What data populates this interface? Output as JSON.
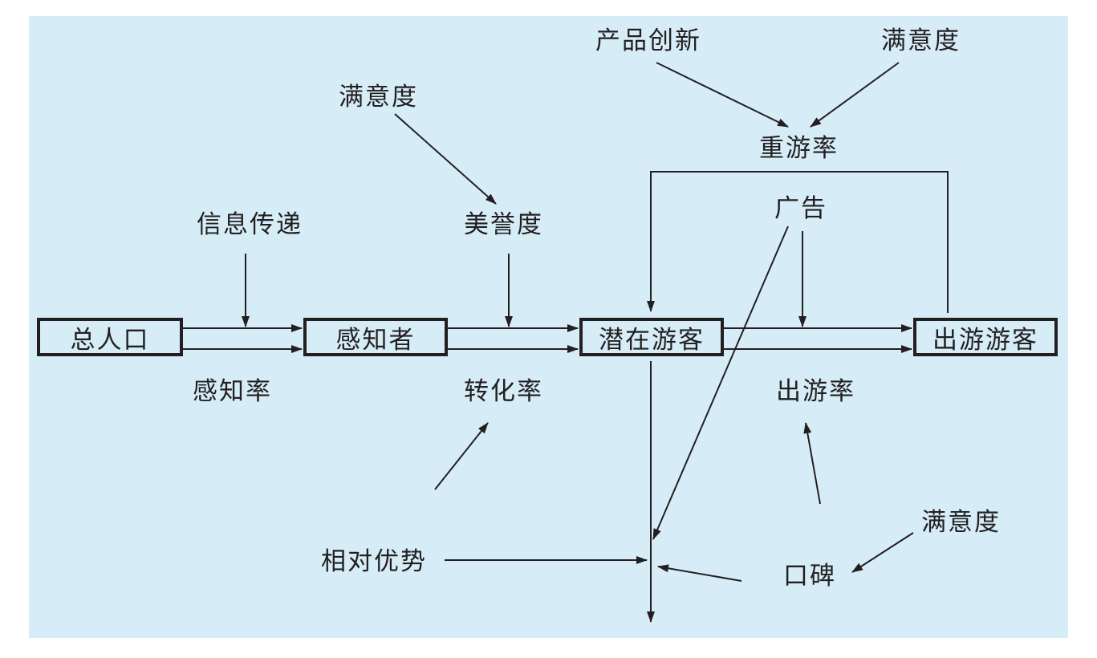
{
  "nodes": {
    "total_population": "总人口",
    "perceivers": "感知者",
    "potential_tourists": "潜在游客",
    "actual_tourists": "出游游客"
  },
  "labels": {
    "info_transfer": "信息传递",
    "perception_rate": "感知率",
    "satisfaction_1": "满意度",
    "reputation": "美誉度",
    "conversion_rate": "转化率",
    "product_innovation": "产品创新",
    "satisfaction_2": "满意度",
    "revisit_rate": "重游率",
    "advertising": "广告",
    "travel_rate": "出游率",
    "relative_advantage": "相对优势",
    "word_of_mouth": "口碑",
    "satisfaction_3": "满意度"
  },
  "colors": {
    "background": "#d6edf8",
    "ink": "#231f20"
  }
}
